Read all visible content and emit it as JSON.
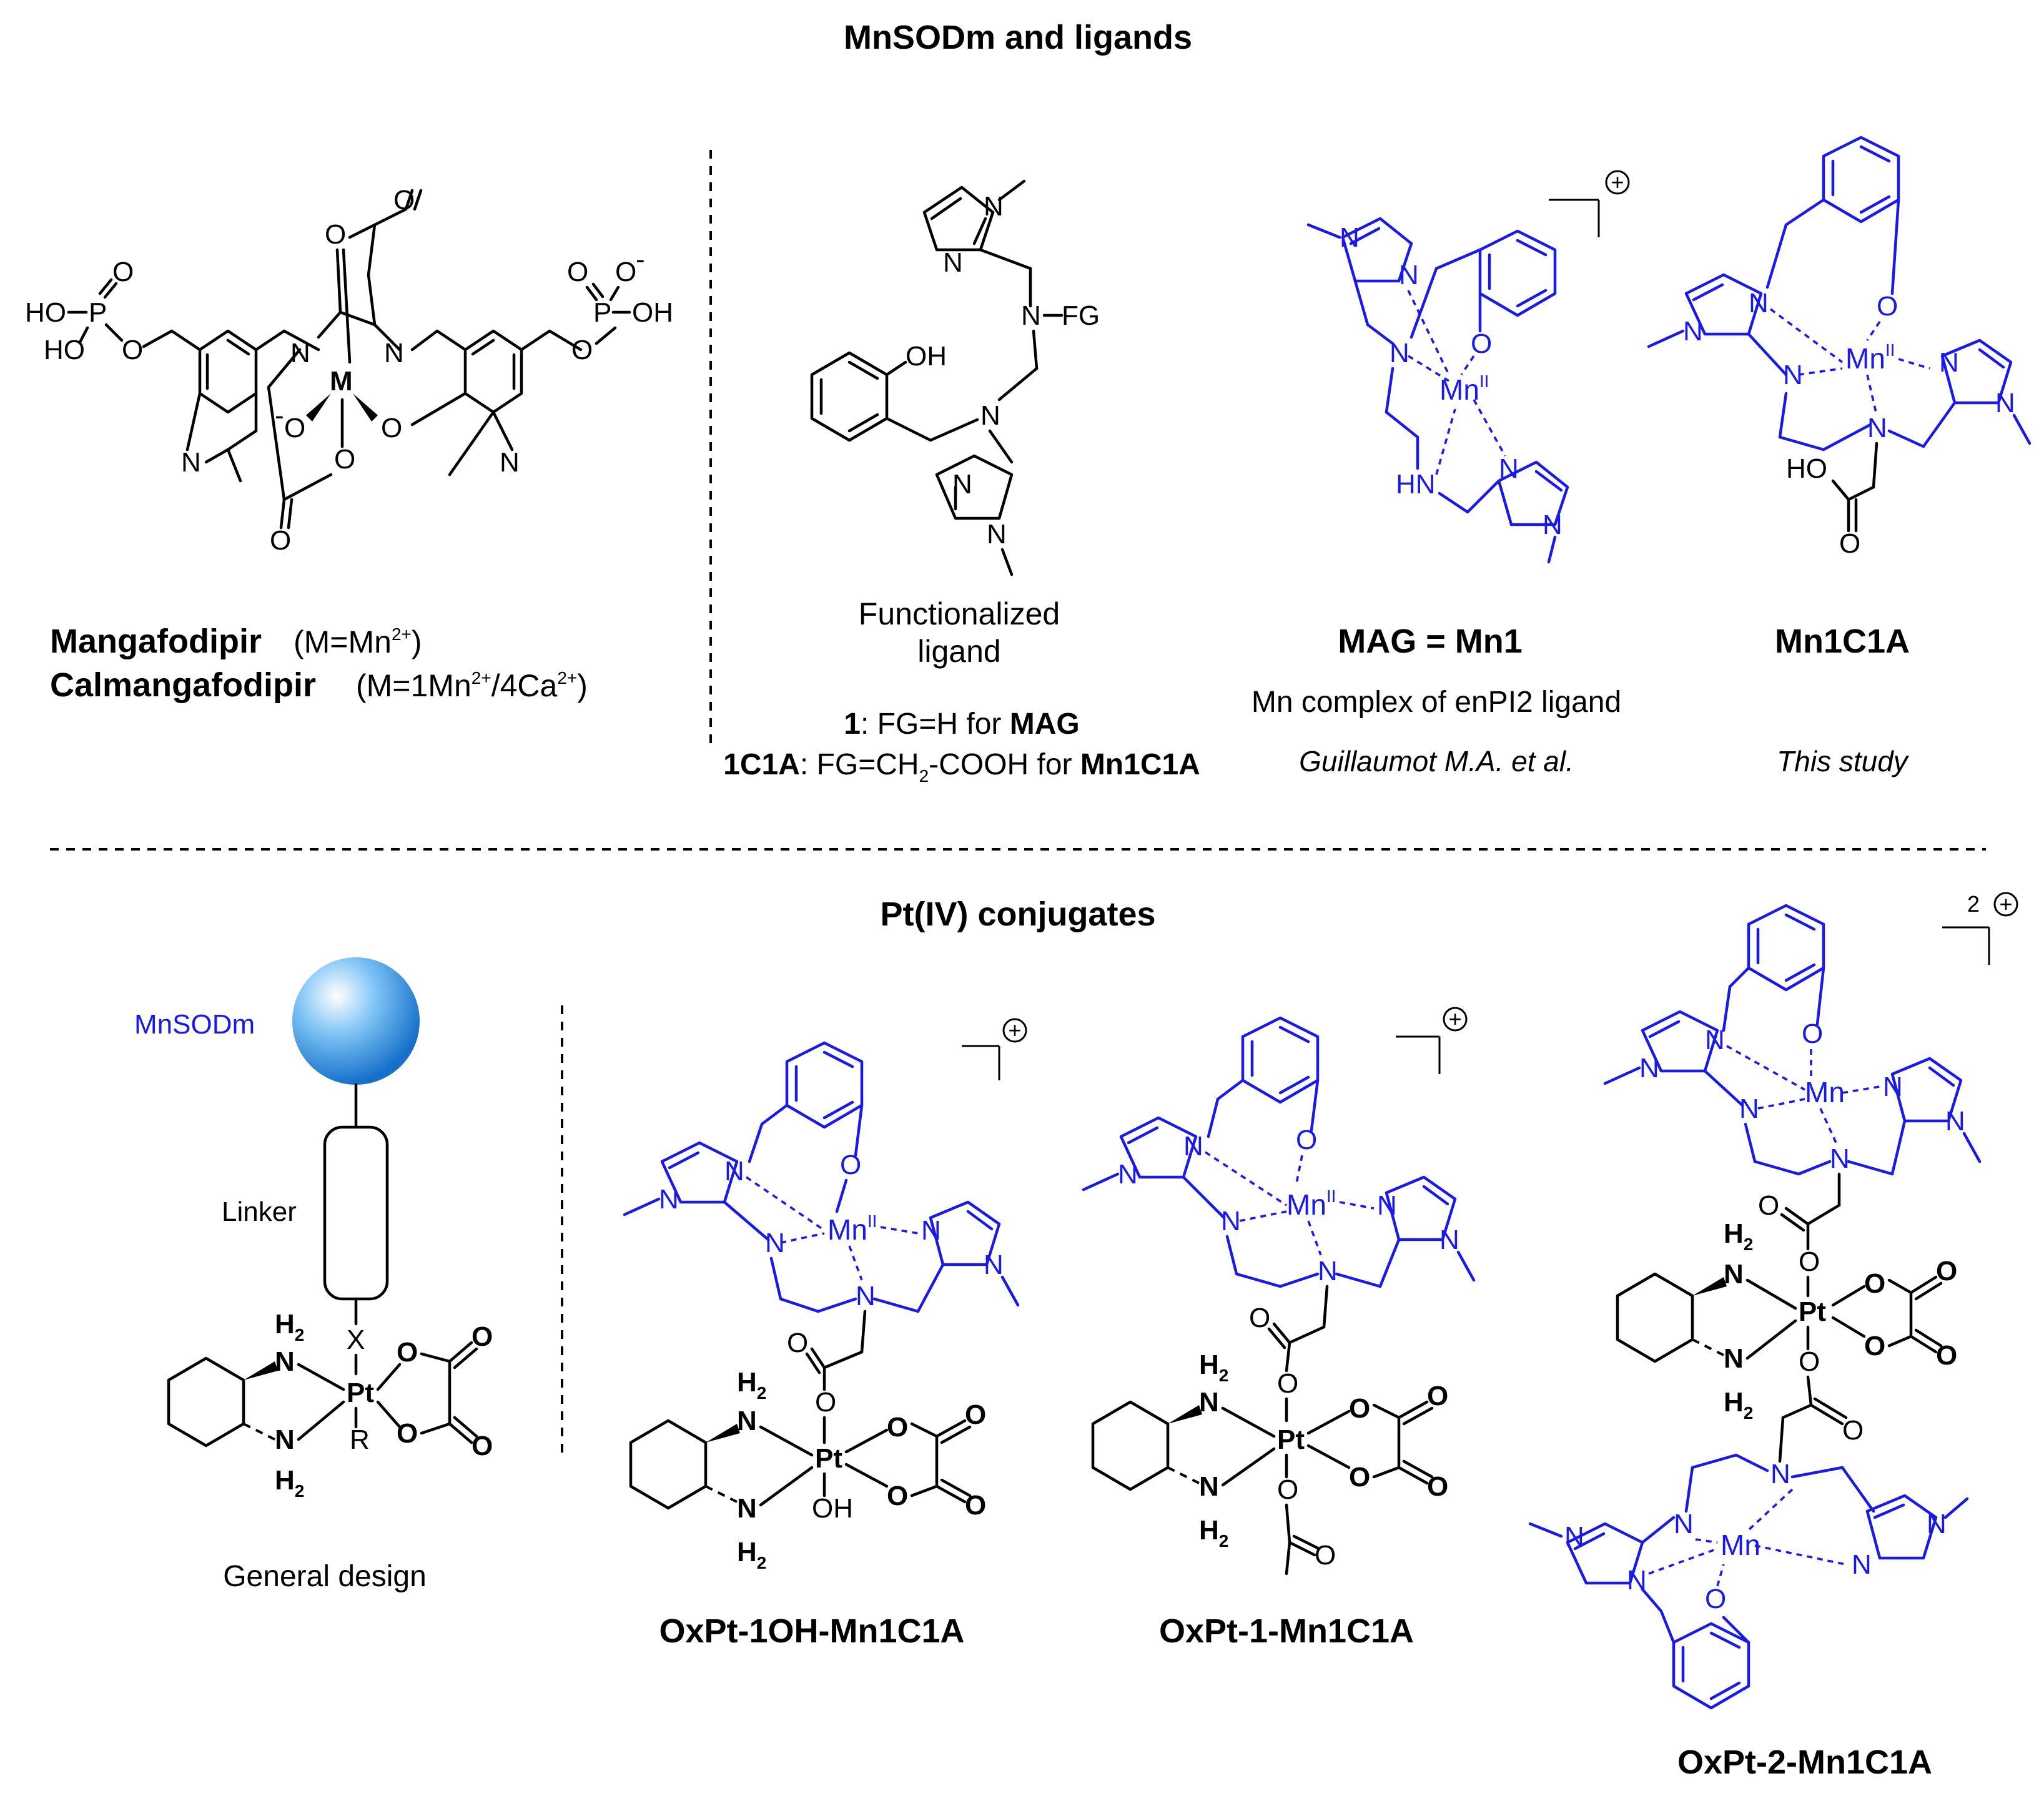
{
  "headings": {
    "top": "MnSODm and ligands",
    "bottom": "Pt(IV) conjugates"
  },
  "compounds": {
    "mangafodipir": {
      "line1_name": "Mangafodipir",
      "line1_detail": "(M=Mn",
      "line1_sup": "2+",
      "line1_close": ")",
      "line2_name": "Calmangafodipir",
      "line2_detail": "(M=1Mn",
      "line2_sup1": "2+",
      "line2_mid": "/4Ca",
      "line2_sup2": "2+",
      "line2_close": ")"
    },
    "ligand": {
      "caption_line1": "Functionalized",
      "caption_line2": "ligand",
      "note1_bold": "1",
      "note1_text": ": FG=H for ",
      "note1_bold2": "MAG",
      "note2_bold": "1C1A",
      "note2_text": ": FG=CH",
      "note2_sub": "2",
      "note2_text2": "-COOH for ",
      "note2_bold2": "Mn1C1A"
    },
    "mag": {
      "name": "MAG = Mn1",
      "subtitle": "Mn complex of enPI2 ligand",
      "ref": "Guillaumot M.A. et al."
    },
    "mn1c1a": {
      "name": "Mn1C1A",
      "ref": "This study"
    },
    "general": {
      "mnsodm_label": "MnSODm",
      "linker_label": "Linker",
      "caption": "General design"
    },
    "conjugates": [
      {
        "name": "OxPt-1OH-Mn1C1A"
      },
      {
        "name": "OxPt-1-Mn1C1A"
      },
      {
        "name": "OxPt-2-Mn1C1A"
      }
    ]
  },
  "atoms": {
    "N": "N",
    "O": "O",
    "P": "P",
    "M": "M",
    "Mn": "Mn",
    "Pt": "Pt",
    "OH": "OH",
    "HO": "HO",
    "HN": "HN",
    "H2": "H",
    "sub2": "2",
    "FG": "FG",
    "X": "X",
    "R": "R",
    "oxII": "II",
    "minus": "-",
    "two": "2",
    "plus": "+"
  },
  "colors": {
    "ligand_blue": "#1a1ae6",
    "sphere": "#2b8fe0",
    "text": "#000000"
  }
}
